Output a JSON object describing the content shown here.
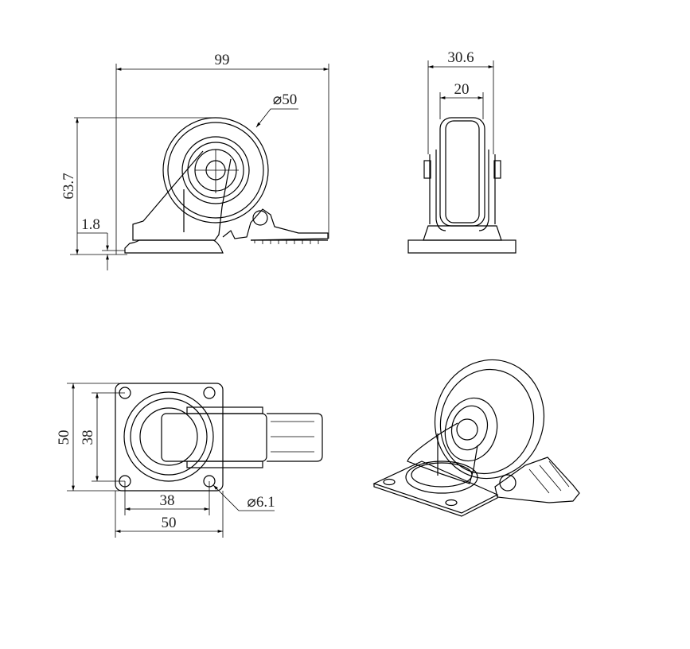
{
  "side_view": {
    "overall_length": "99",
    "wheel_diameter": "⌀50",
    "overall_height": "63.7",
    "plate_thickness": "1.8"
  },
  "front_view": {
    "total_width": "30.6",
    "wheel_width": "20"
  },
  "top_view": {
    "plate_height": "50",
    "hole_spacing_vertical": "38",
    "hole_spacing_horizontal": "38",
    "plate_width": "50",
    "hole_diameter": "⌀6.1"
  },
  "colors": {
    "line": "#000000",
    "text": "#222222",
    "background": "#ffffff"
  }
}
